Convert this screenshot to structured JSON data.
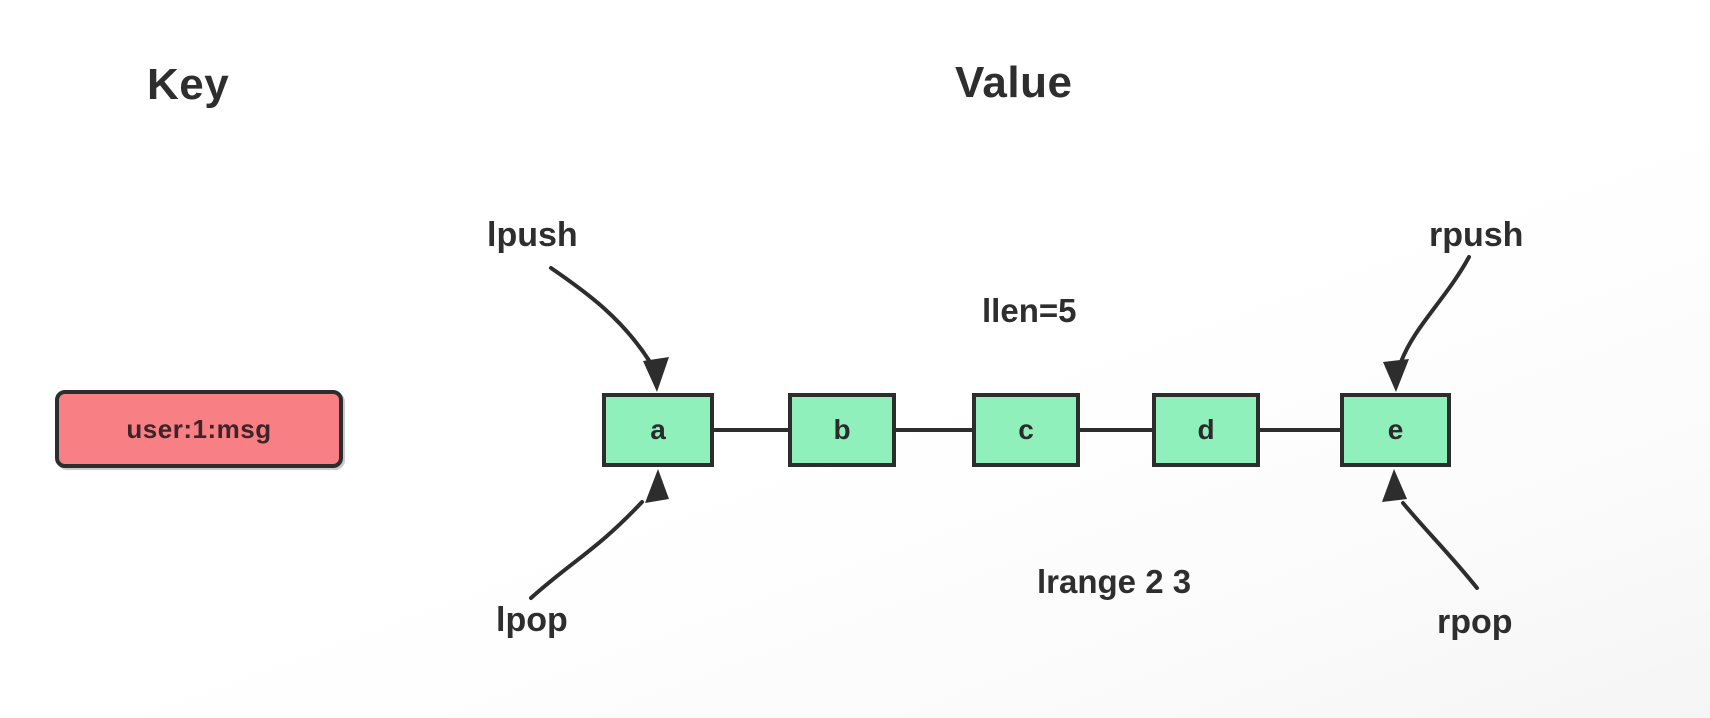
{
  "headers": {
    "key": "Key",
    "value": "Value"
  },
  "key": {
    "label": "user:1:msg"
  },
  "list": {
    "nodes": [
      "a",
      "b",
      "c",
      "d",
      "e"
    ],
    "length_label": "llen=5",
    "range_label": "lrange 2 3"
  },
  "operations": {
    "left_push": "lpush",
    "left_pop": "lpop",
    "right_push": "rpush",
    "right_pop": "rpop"
  },
  "colors": {
    "key_fill": "#f87f84",
    "node_fill": "#8ff0bc",
    "stroke": "#2d2d2d",
    "text": "#2e2e2e"
  }
}
